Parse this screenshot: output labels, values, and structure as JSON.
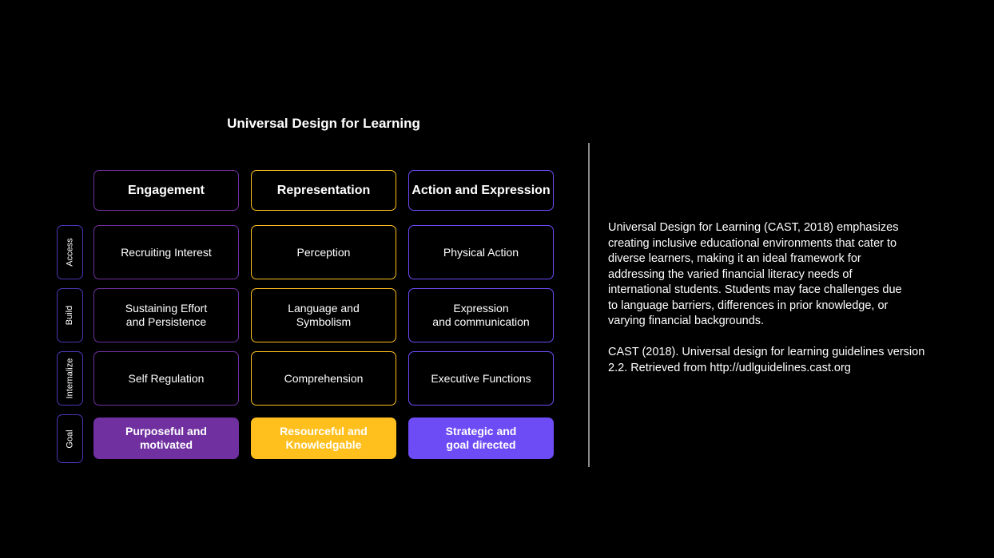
{
  "title": "Universal Design for Learning",
  "colors": {
    "engagement": "#7030a0",
    "representation": "#ffc01e",
    "action": "#6e4cf5",
    "side": "#4b37b5"
  },
  "columns": [
    {
      "header": "Engagement",
      "access": "Recruiting Interest",
      "build": [
        "Sustaining Effort",
        "and Persistence"
      ],
      "internalize": "Self Regulation",
      "goal": [
        "Purposeful and",
        "motivated"
      ]
    },
    {
      "header": "Representation",
      "access": "Perception",
      "build": [
        "Language and",
        "Symbolism"
      ],
      "internalize": "Comprehension",
      "goal": [
        "Resourceful and",
        "Knowledgable"
      ]
    },
    {
      "header": "Action and Expression",
      "access": "Physical Action",
      "build": [
        "Expression",
        "and communication"
      ],
      "internalize": "Executive Functions",
      "goal": [
        "Strategic and",
        "goal directed"
      ]
    }
  ],
  "rows": [
    "Access",
    "Build",
    "Internalize",
    "Goal"
  ],
  "description": [
    "Universal Design for Learning (CAST, 2018) emphasizes",
    "creating inclusive educational environments that cater to",
    "diverse learners, making it an ideal framework for",
    "addressing the varied financial literacy needs of",
    "international students. Students may face challenges due",
    "to language barriers, differences in prior knowledge, or",
    "varying financial backgrounds."
  ],
  "citation": [
    "CAST (2018). Universal design for learning guidelines version",
    "2.2. Retrieved from http://udlguidelines.cast.org"
  ]
}
